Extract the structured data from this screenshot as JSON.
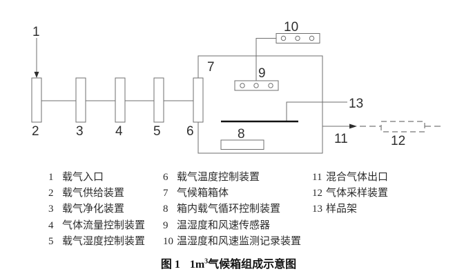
{
  "colors": {
    "background": "#ffffff",
    "line": "#6e6e6e",
    "ink": "#2e2e2e",
    "rack_line": "#111111"
  },
  "diagram": {
    "labels": [
      "1",
      "2",
      "3",
      "4",
      "5",
      "6",
      "7",
      "8",
      "9",
      "10",
      "11",
      "12",
      "13"
    ]
  },
  "legend": {
    "columns": [
      {
        "items": [
          {
            "num": "1",
            "text": "载气入口"
          },
          {
            "num": "2",
            "text": "载气供给装置"
          },
          {
            "num": "3",
            "text": "载气净化装置"
          },
          {
            "num": "4",
            "text": "气体流量控制装置"
          },
          {
            "num": "5",
            "text": "载气湿度控制装置"
          }
        ]
      },
      {
        "items": [
          {
            "num": "6",
            "text": "载气温度控制装置"
          },
          {
            "num": "7",
            "text": "气候箱箱体"
          },
          {
            "num": "8",
            "text": "箱内载气循环控制装置"
          },
          {
            "num": "9",
            "text": "温湿度和风速传感器"
          },
          {
            "num": "10",
            "text": "温湿度和风速监测记录装置"
          }
        ]
      },
      {
        "items": [
          {
            "num": "11",
            "text": "混合气体出口"
          },
          {
            "num": "12",
            "text": "气体采样装置"
          },
          {
            "num": "13",
            "text": "样品架"
          }
        ]
      }
    ]
  },
  "caption": {
    "label": "图 1",
    "value": "1m",
    "sup": "3",
    "title": "气候箱组成示意图"
  }
}
